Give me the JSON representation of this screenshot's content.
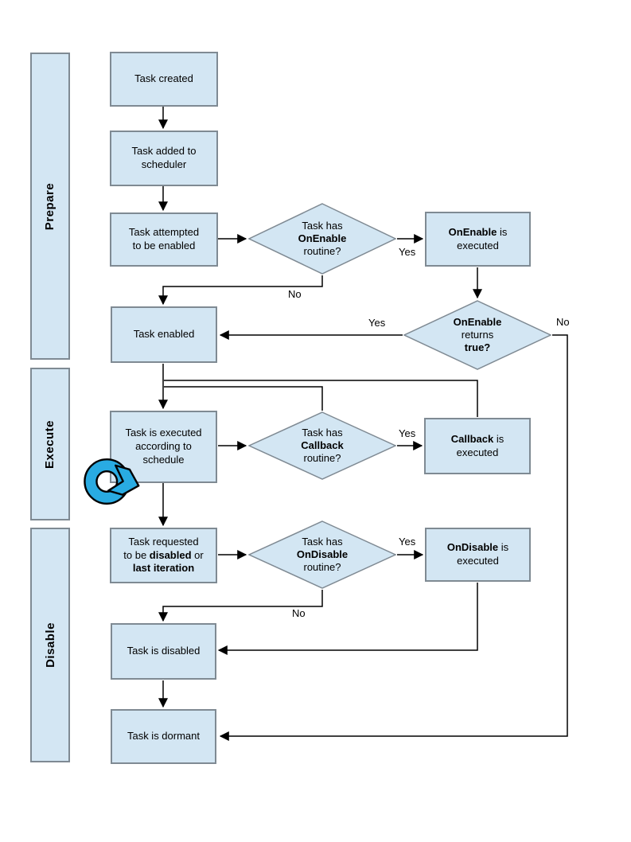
{
  "colors": {
    "shape_fill": "#d3e6f3",
    "shape_border": "#7f8a93",
    "line_color": "#000000",
    "icon_blue": "#29abe2",
    "text_color": "#000000"
  },
  "lanes": [
    {
      "label": "Prepare"
    },
    {
      "label": "Execute"
    },
    {
      "label": "Disable"
    }
  ],
  "nodes": {
    "task_created": {
      "text": "Task created"
    },
    "task_added": {
      "l1": "Task added to",
      "l2": "scheduler"
    },
    "task_attempted": {
      "l1": "Task attempted",
      "l2": "to be enabled"
    },
    "d_onenable": {
      "l1": "Task has",
      "b": "OnEnable",
      "l3": "routine?"
    },
    "onenable_exec": {
      "b": "OnEnable",
      "r": " is",
      "l2": "executed"
    },
    "d_onenable_true": {
      "b1": "OnEnable",
      "l2": "returns",
      "b2": "true?"
    },
    "task_enabled": {
      "text": "Task enabled"
    },
    "task_executed": {
      "l1": "Task is executed",
      "l2": "according to",
      "l3": "schedule"
    },
    "d_callback": {
      "l1": "Task has",
      "b": "Callback",
      "l3": "routine?"
    },
    "callback_exec": {
      "b": "Callback",
      "r": " is",
      "l2": "executed"
    },
    "task_requested": {
      "l1": "Task requested",
      "l2a": "to be ",
      "l2b": "disabled",
      "l2c": " or",
      "l3": "last iteration"
    },
    "d_ondisable": {
      "l1": "Task has",
      "b": "OnDisable",
      "l3": "routine?"
    },
    "ondisable_exec": {
      "b": "OnDisable",
      "r": " is",
      "l2": "executed"
    },
    "task_disabled": {
      "text": "Task is disabled"
    },
    "task_dormant": {
      "text": "Task is dormant"
    }
  },
  "labels": {
    "yes": "Yes",
    "no": "No"
  },
  "icons": {
    "loop": "circular-loop-arrow"
  }
}
